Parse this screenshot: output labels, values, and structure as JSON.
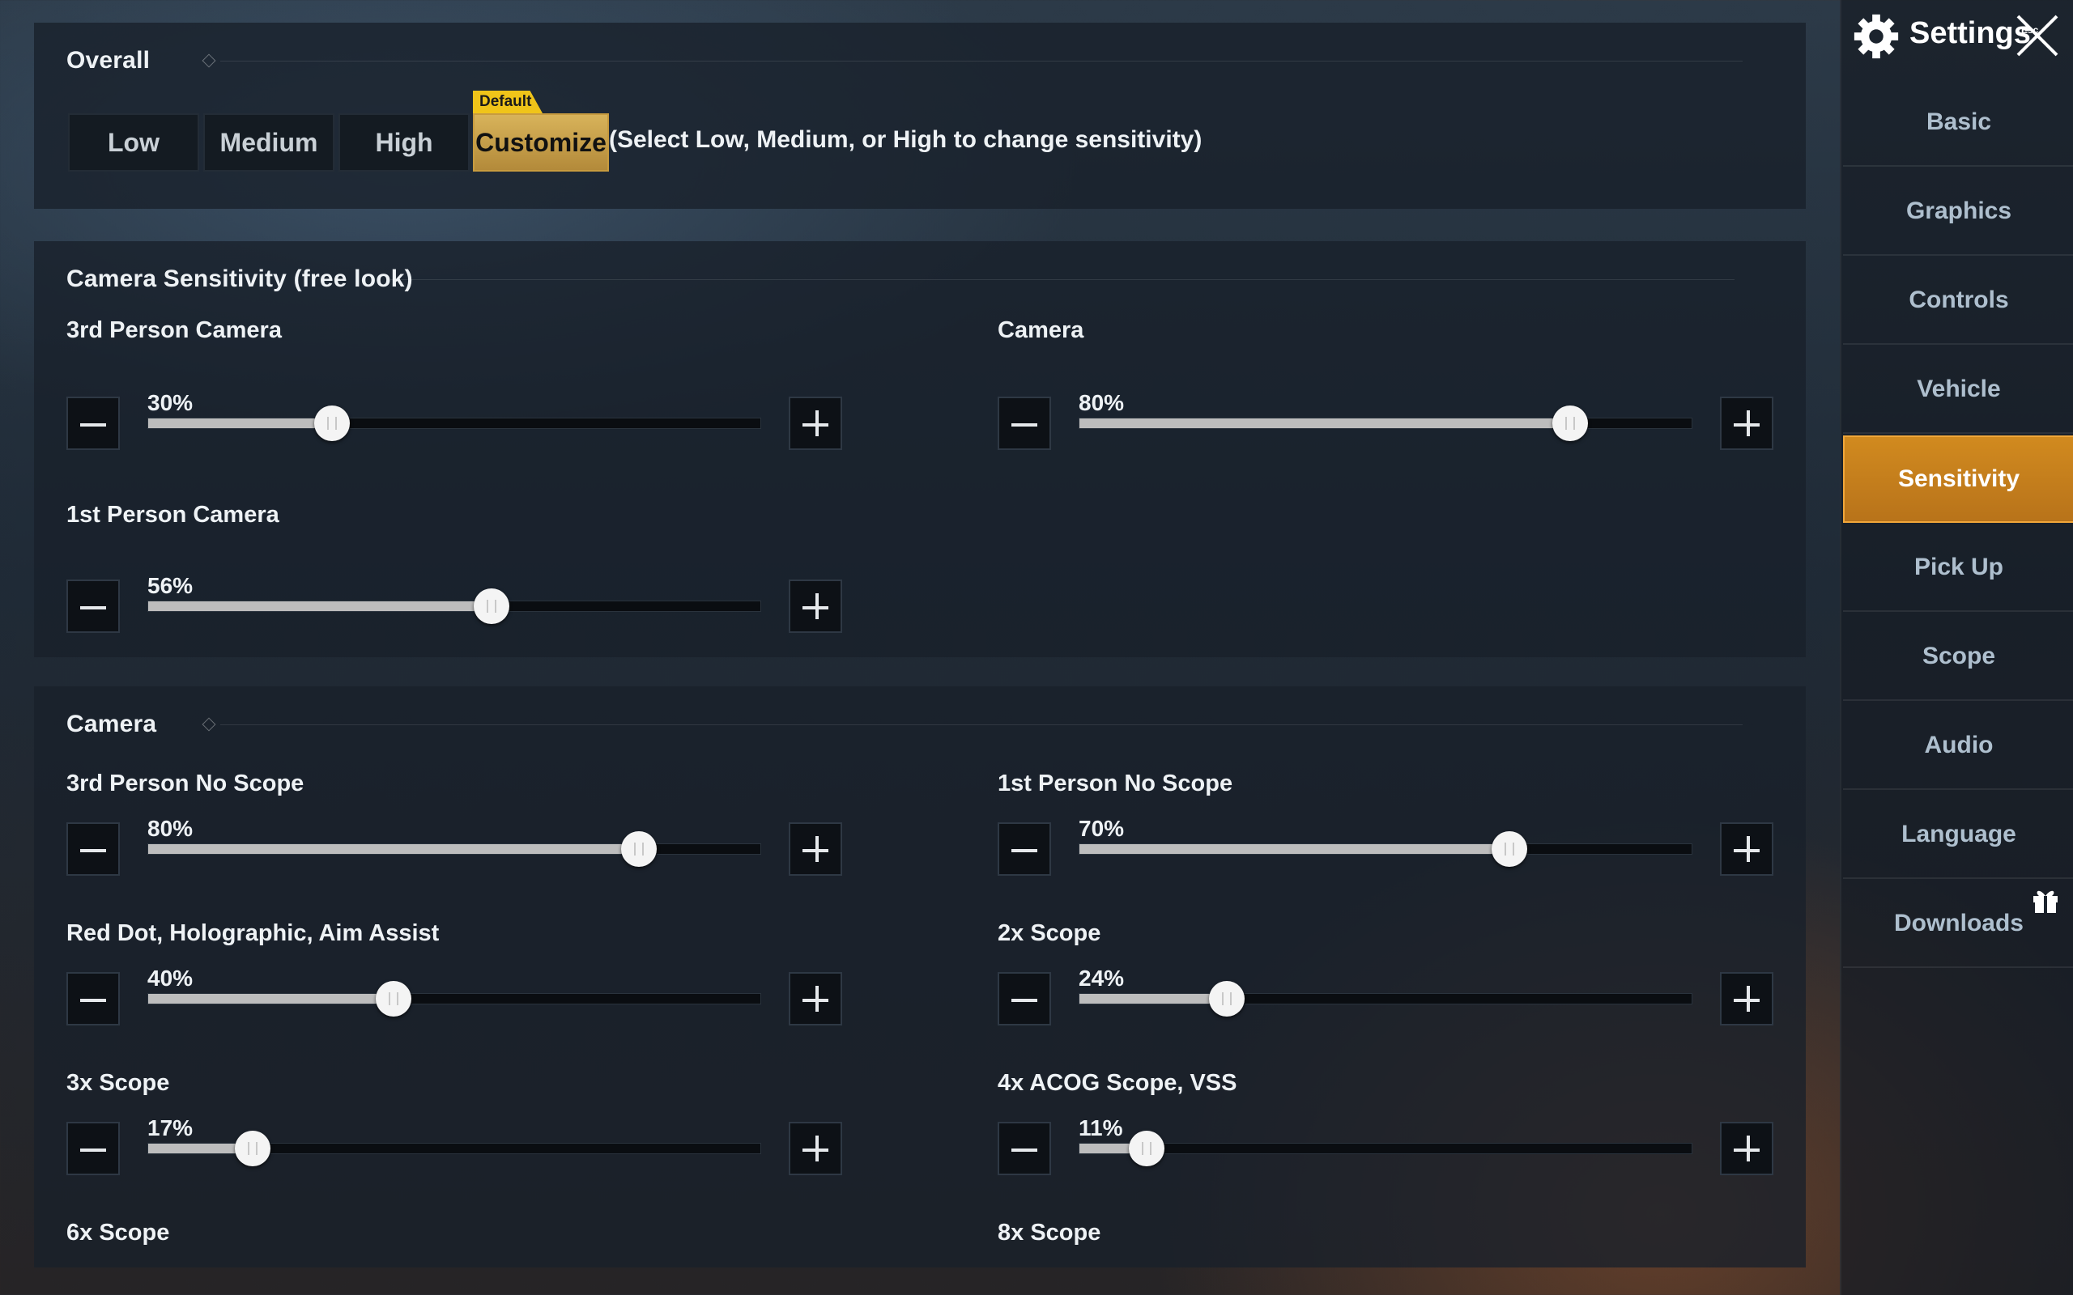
{
  "overall": {
    "heading": "Overall",
    "presets": [
      {
        "label": "Low",
        "active": false
      },
      {
        "label": "Medium",
        "active": false
      },
      {
        "label": "High",
        "active": false
      },
      {
        "label": "Customize",
        "active": true
      }
    ],
    "default_tag": "Default",
    "hint": "(Select Low, Medium, or High to change sensitivity)"
  },
  "camera_free_look": {
    "heading": "Camera Sensitivity (free look)",
    "sliders": [
      {
        "label": "3rd Person Camera",
        "value_text": "30%",
        "value": 30
      },
      {
        "label": "Camera",
        "value_text": "80%",
        "value": 80
      },
      {
        "label": "1st Person Camera",
        "value_text": "56%",
        "value": 56
      }
    ]
  },
  "camera": {
    "heading": "Camera",
    "sliders": [
      {
        "label": "3rd Person No Scope",
        "value_text": "80%",
        "value": 80
      },
      {
        "label": "1st Person No Scope",
        "value_text": "70%",
        "value": 70
      },
      {
        "label": "Red Dot, Holographic, Aim Assist",
        "value_text": "40%",
        "value": 40
      },
      {
        "label": "2x Scope",
        "value_text": "24%",
        "value": 24
      },
      {
        "label": "3x Scope",
        "value_text": "17%",
        "value": 17
      },
      {
        "label": "4x ACOG Scope, VSS",
        "value_text": "11%",
        "value": 11
      },
      {
        "label": "6x Scope"
      },
      {
        "label": "8x Scope"
      }
    ]
  },
  "sidebar": {
    "title": "Settings",
    "close_hint": "Esc",
    "items": [
      {
        "label": "Basic",
        "active": false
      },
      {
        "label": "Graphics",
        "active": false
      },
      {
        "label": "Controls",
        "active": false
      },
      {
        "label": "Vehicle",
        "active": false
      },
      {
        "label": "Sensitivity",
        "active": true
      },
      {
        "label": "Pick Up",
        "active": false
      },
      {
        "label": "Scope",
        "active": false
      },
      {
        "label": "Audio",
        "active": false
      },
      {
        "label": "Language",
        "active": false
      },
      {
        "label": "Downloads",
        "active": false
      }
    ]
  },
  "colors": {
    "accent": "#d18a1f",
    "preset_active": "#c9a24a",
    "default_tag": "#f0c419"
  },
  "icons": {
    "header": "gear-icon",
    "close": "close-icon",
    "downloads_badge": "gift-icon"
  }
}
